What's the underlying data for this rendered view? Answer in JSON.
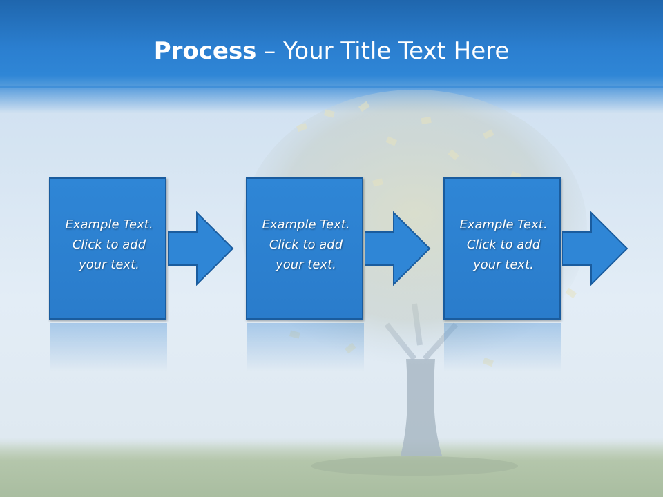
{
  "slide": {
    "title_bold": "Process",
    "title_rest": " – Your Title Text Here"
  },
  "process_steps": [
    {
      "line1": "Example Text.",
      "line2": "Click  to add",
      "line3": "your text."
    },
    {
      "line1": "Example Text.",
      "line2": "Click  to add",
      "line3": "your text."
    },
    {
      "line1": "Example Text.",
      "line2": "Click  to add",
      "line3": "your text."
    }
  ],
  "colors": {
    "header": "#2b7fd0",
    "box_fill": "#2f86d6",
    "box_border": "#1a5c9e",
    "text": "#ffffff"
  },
  "icons": [
    "arrow-right-icon",
    "money-tree-image"
  ]
}
